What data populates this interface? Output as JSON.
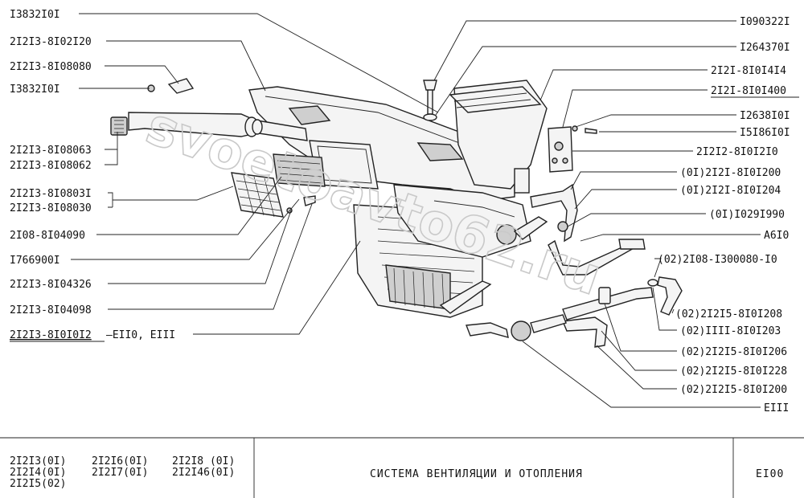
{
  "watermark": "svoetoavto62.ru",
  "labels_left": [
    {
      "id": "l1",
      "text": "I3832I0I"
    },
    {
      "id": "l2",
      "text": "2I2I3-8I02I20"
    },
    {
      "id": "l3",
      "text": "2I2I3-8I08080"
    },
    {
      "id": "l4",
      "text": "I3832I0I"
    },
    {
      "id": "l5",
      "text": "2I2I3-8I08063"
    },
    {
      "id": "l6",
      "text": "2I2I3-8I08062"
    },
    {
      "id": "l7",
      "text": "2I2I3-8I0803I"
    },
    {
      "id": "l8",
      "text": "2I2I3-8I08030"
    },
    {
      "id": "l9",
      "text": "2I08-8I04090"
    },
    {
      "id": "l10",
      "text": "I766900I"
    },
    {
      "id": "l11",
      "text": "2I2I3-8I04326"
    },
    {
      "id": "l12",
      "text": "2I2I3-8I04098"
    },
    {
      "id": "l13",
      "text": "2I2I3-8I0I0I2",
      "suffix": "–EII0, EIII"
    }
  ],
  "labels_right": [
    {
      "id": "r1",
      "text": "I090322I"
    },
    {
      "id": "r2",
      "text": "I264370I"
    },
    {
      "id": "r3",
      "text": "2I2I-8I0I4I4"
    },
    {
      "id": "r4",
      "text": "2I2I-8I0I400"
    },
    {
      "id": "r5",
      "text": "I2638I0I"
    },
    {
      "id": "r6",
      "text": "I5I86I0I"
    },
    {
      "id": "r7",
      "text": "2I2I2-8I0I2I0"
    },
    {
      "id": "r8",
      "text": "(0I)2I2I-8I0I200"
    },
    {
      "id": "r9",
      "text": "(0I)2I2I-8I0I204"
    },
    {
      "id": "r10",
      "text": "(0I)I029I990"
    },
    {
      "id": "r11",
      "text": "A6I0"
    },
    {
      "id": "r12",
      "text": "(02)2I08-I300080-I0"
    },
    {
      "id": "r13",
      "text": "(02)2I2I5-8I0I208"
    },
    {
      "id": "r14",
      "text": "(02)IIII-8I0I203"
    },
    {
      "id": "r15",
      "text": "(02)2I2I5-8I0I206"
    },
    {
      "id": "r16",
      "text": "(02)2I2I5-8I0I228"
    },
    {
      "id": "r17",
      "text": "(02)2I2I5-8I0I200"
    },
    {
      "id": "r18",
      "text": "EIII"
    }
  ],
  "title_block": {
    "models": [
      [
        "2I2I3(0I)",
        "2I2I6(0I)",
        "2I2I8 (0I)"
      ],
      [
        "2I2I4(0I)",
        "2I2I7(0I)",
        "2I2I46(0I)"
      ],
      [
        "2I2I5(02)",
        "",
        ""
      ]
    ],
    "title": "СИСТЕМА  ВЕНТИЛЯЦИИ  И  ОТОПЛЕНИЯ",
    "code": "EI00"
  },
  "colors": {
    "ink": "#111111",
    "watermark": "#c9c9c9",
    "paper": "#ffffff"
  }
}
